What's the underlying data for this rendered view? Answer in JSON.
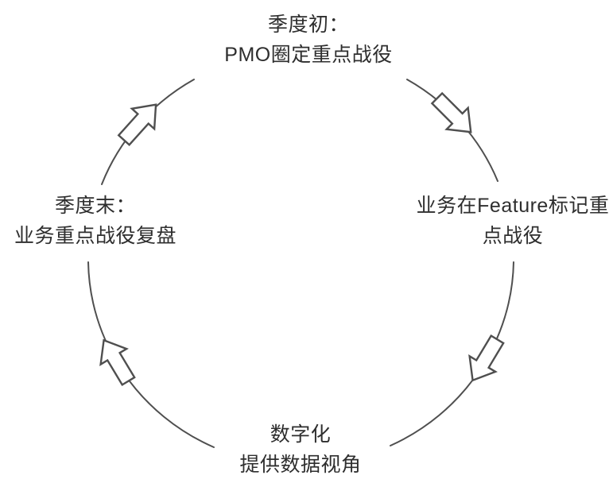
{
  "diagram": {
    "type": "cycle",
    "direction": "clockwise",
    "colors": {
      "background": "#ffffff",
      "line": "#4f4f4f",
      "text": "#2e2e2e",
      "arrow_fill": "#ffffff"
    },
    "nodes": {
      "top": {
        "lines": [
          "季度初：",
          "PMO圈定重点战役"
        ]
      },
      "right": {
        "lines": [
          "业务在Feature标记重",
          "点战役"
        ]
      },
      "bottom": {
        "lines": [
          "数字化",
          "提供数据视角"
        ]
      },
      "left": {
        "lines": [
          "季度末：",
          "业务重点战役复盘"
        ]
      }
    },
    "arrows": {
      "top_left": "up-right",
      "top_right": "down-right",
      "bottom_right": "down-left",
      "bottom_left": "up-left"
    }
  }
}
